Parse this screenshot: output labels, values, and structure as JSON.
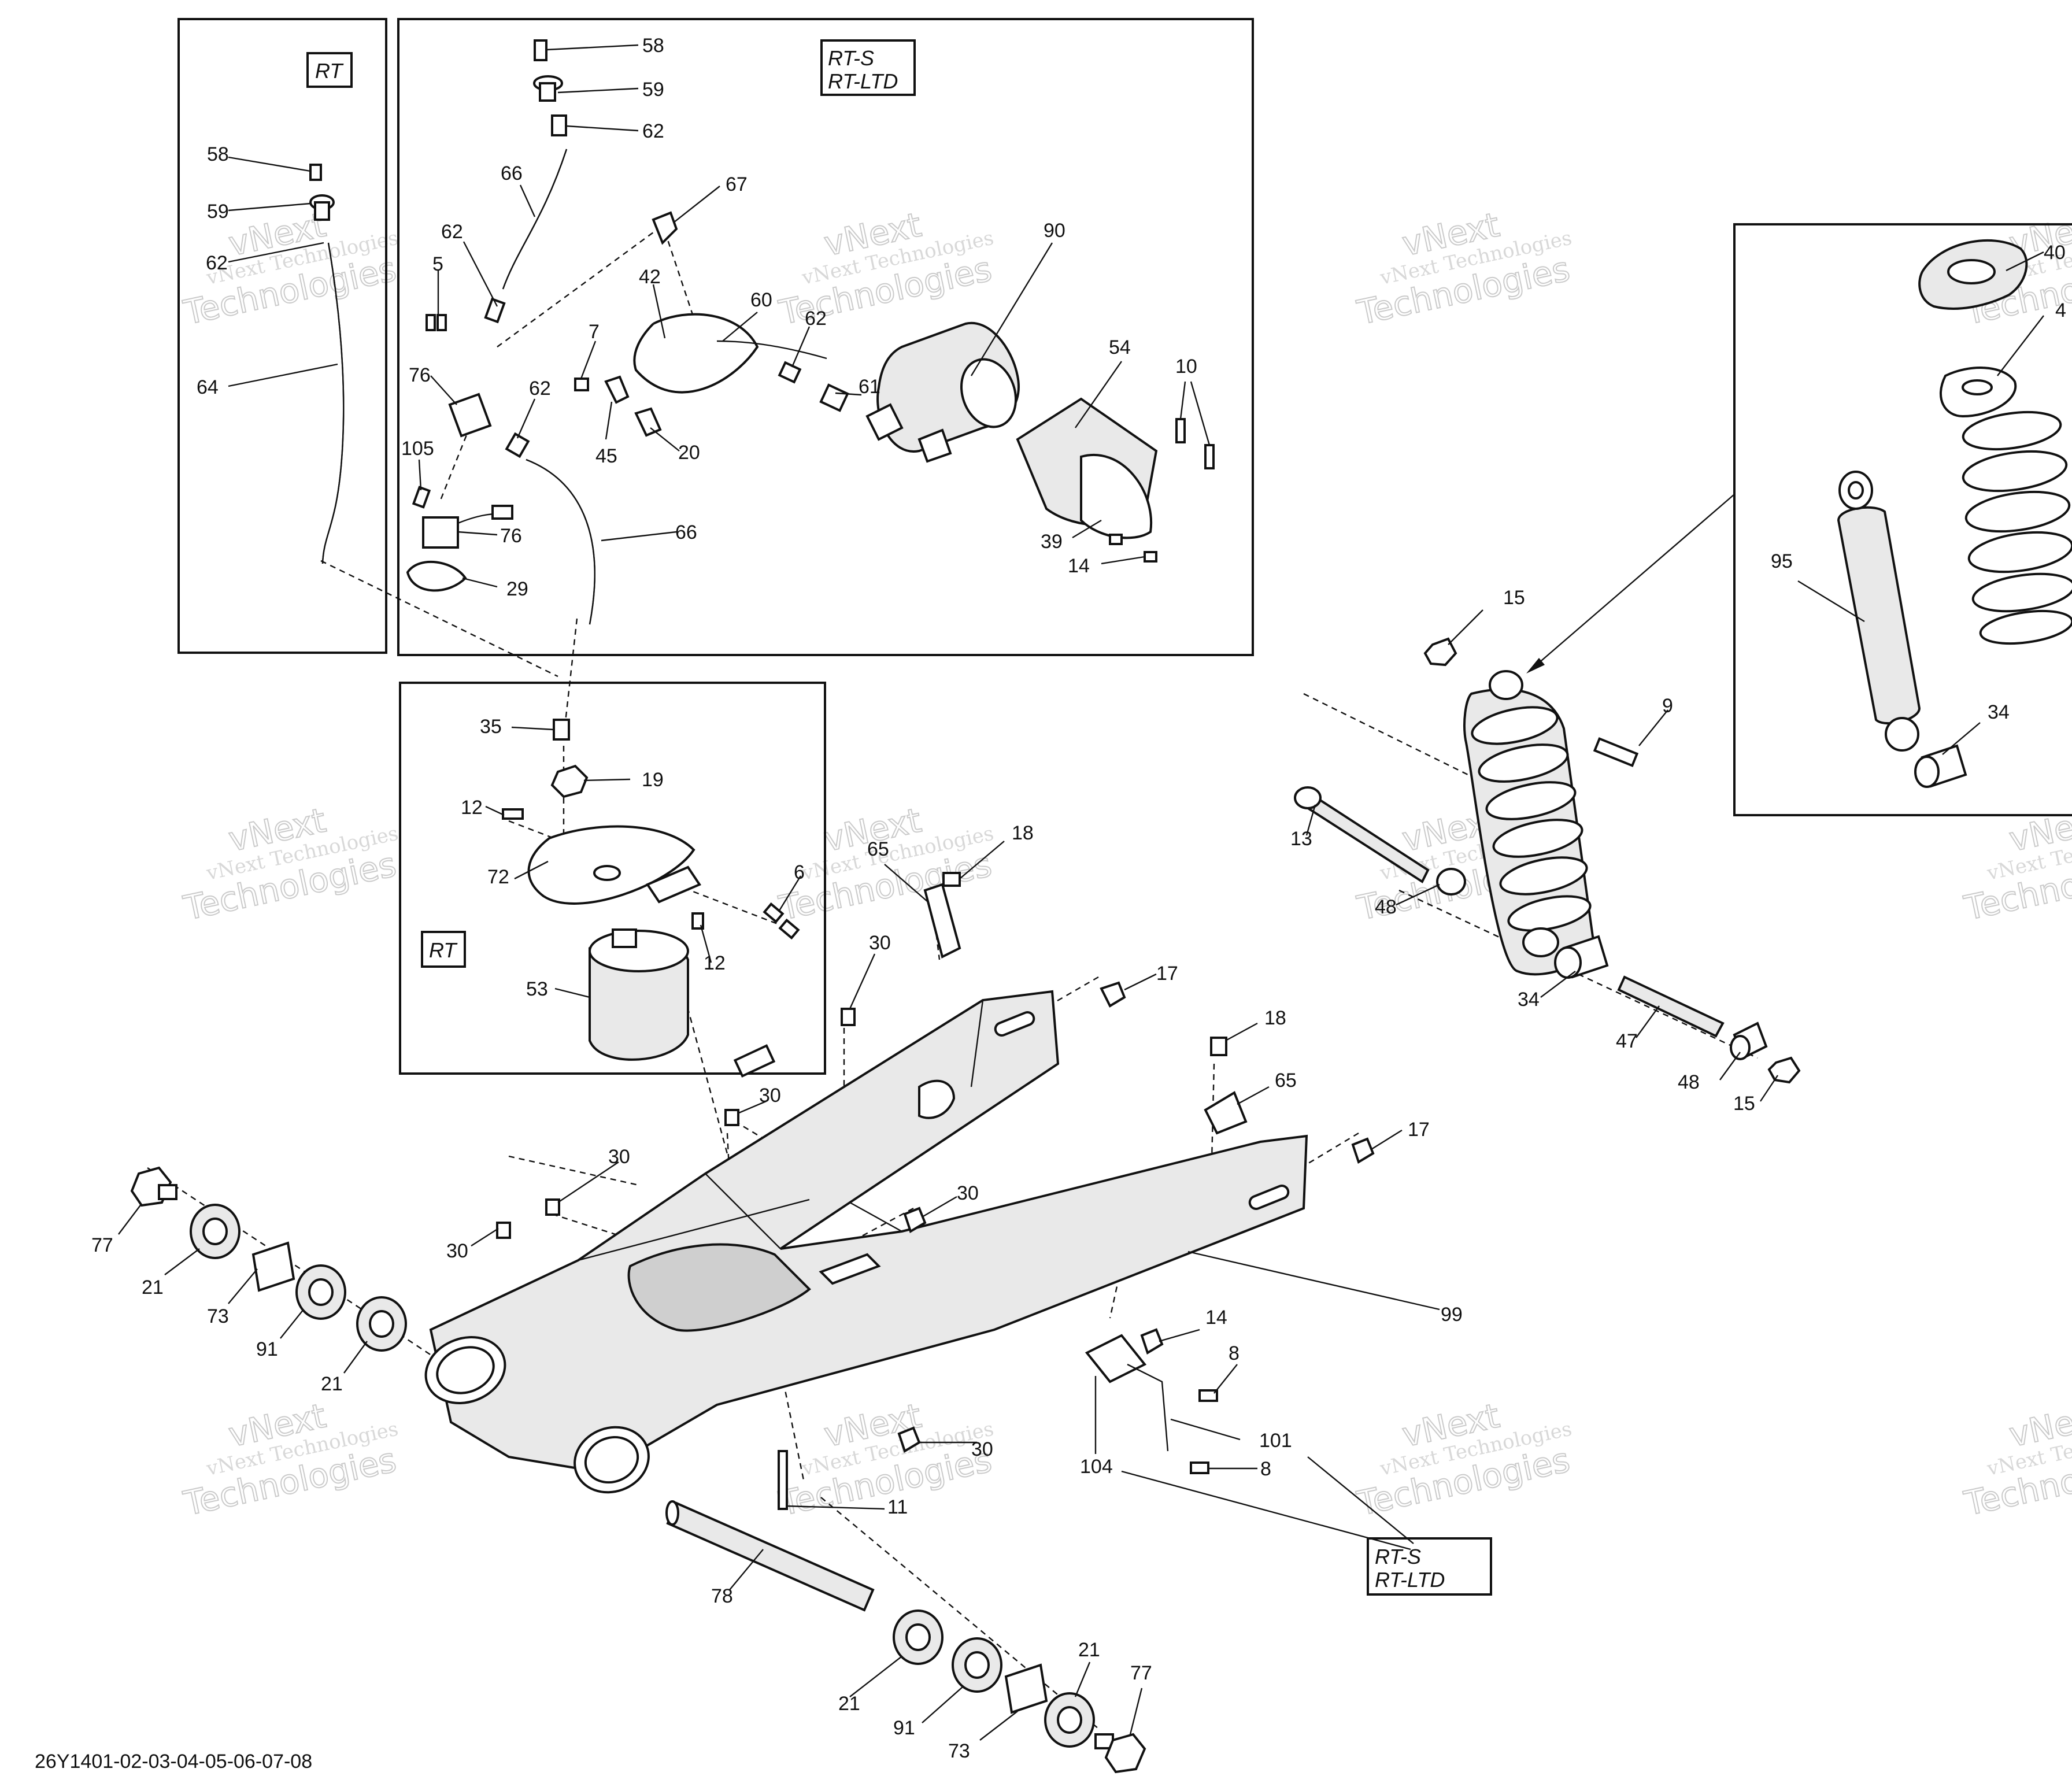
{
  "diagram": {
    "code": "26Y1401-02-03-04-05-06-07-08",
    "watermark": {
      "line1": "vNext Technologies",
      "line2": "Technologies",
      "top": "vNext"
    },
    "boxes": [
      {
        "id": "box-rt-top",
        "label": "RT"
      },
      {
        "id": "box-rts-top",
        "label": "RT-S\nRT-LTD"
      },
      {
        "id": "box-rt-mid",
        "label": "RT"
      },
      {
        "id": "box-rts-bottom",
        "label": "RT-S\nRT-LTD"
      }
    ],
    "callouts": [
      {
        "id": "c-58a",
        "label": "58"
      },
      {
        "id": "c-59a",
        "label": "59"
      },
      {
        "id": "c-62a",
        "label": "62"
      },
      {
        "id": "c-64",
        "label": "64"
      },
      {
        "id": "c-58b",
        "label": "58"
      },
      {
        "id": "c-59b",
        "label": "59"
      },
      {
        "id": "c-62b",
        "label": "62"
      },
      {
        "id": "c-66a",
        "label": "66"
      },
      {
        "id": "c-62c",
        "label": "62"
      },
      {
        "id": "c-5",
        "label": "5"
      },
      {
        "id": "c-67",
        "label": "67"
      },
      {
        "id": "c-90",
        "label": "90"
      },
      {
        "id": "c-42",
        "label": "42"
      },
      {
        "id": "c-60",
        "label": "60"
      },
      {
        "id": "c-62d",
        "label": "62"
      },
      {
        "id": "c-7",
        "label": "7"
      },
      {
        "id": "c-61",
        "label": "61"
      },
      {
        "id": "c-54",
        "label": "54"
      },
      {
        "id": "c-10",
        "label": "10"
      },
      {
        "id": "c-76a",
        "label": "76"
      },
      {
        "id": "c-62e",
        "label": "62"
      },
      {
        "id": "c-45",
        "label": "45"
      },
      {
        "id": "c-20",
        "label": "20"
      },
      {
        "id": "c-105",
        "label": "105"
      },
      {
        "id": "c-76b",
        "label": "76"
      },
      {
        "id": "c-66b",
        "label": "66"
      },
      {
        "id": "c-39",
        "label": "39"
      },
      {
        "id": "c-14a",
        "label": "14"
      },
      {
        "id": "c-29",
        "label": "29"
      },
      {
        "id": "c-35",
        "label": "35"
      },
      {
        "id": "c-19",
        "label": "19"
      },
      {
        "id": "c-12a",
        "label": "12"
      },
      {
        "id": "c-72",
        "label": "72"
      },
      {
        "id": "c-12b",
        "label": "12"
      },
      {
        "id": "c-53",
        "label": "53"
      },
      {
        "id": "c-6",
        "label": "6"
      },
      {
        "id": "c-65a",
        "label": "65"
      },
      {
        "id": "c-18a",
        "label": "18"
      },
      {
        "id": "c-30a",
        "label": "30"
      },
      {
        "id": "c-17a",
        "label": "17"
      },
      {
        "id": "c-18b",
        "label": "18"
      },
      {
        "id": "c-65b",
        "label": "65"
      },
      {
        "id": "c-30b",
        "label": "30"
      },
      {
        "id": "c-17b",
        "label": "17"
      },
      {
        "id": "c-30c",
        "label": "30"
      },
      {
        "id": "c-30d",
        "label": "30"
      },
      {
        "id": "c-30e",
        "label": "30"
      },
      {
        "id": "c-77a",
        "label": "77"
      },
      {
        "id": "c-21a",
        "label": "21"
      },
      {
        "id": "c-73a",
        "label": "73"
      },
      {
        "id": "c-91a",
        "label": "91"
      },
      {
        "id": "c-21b",
        "label": "21"
      },
      {
        "id": "c-99",
        "label": "99"
      },
      {
        "id": "c-14b",
        "label": "14"
      },
      {
        "id": "c-8a",
        "label": "8"
      },
      {
        "id": "c-101",
        "label": "101"
      },
      {
        "id": "c-104",
        "label": "104"
      },
      {
        "id": "c-8b",
        "label": "8"
      },
      {
        "id": "c-30f",
        "label": "30"
      },
      {
        "id": "c-11",
        "label": "11"
      },
      {
        "id": "c-78",
        "label": "78"
      },
      {
        "id": "c-21c",
        "label": "21"
      },
      {
        "id": "c-91b",
        "label": "91"
      },
      {
        "id": "c-73b",
        "label": "73"
      },
      {
        "id": "c-21d",
        "label": "21"
      },
      {
        "id": "c-77b",
        "label": "77"
      },
      {
        "id": "c-15a",
        "label": "15"
      },
      {
        "id": "c-9",
        "label": "9"
      },
      {
        "id": "c-13",
        "label": "13"
      },
      {
        "id": "c-48a",
        "label": "48"
      },
      {
        "id": "c-34a",
        "label": "34"
      },
      {
        "id": "c-47",
        "label": "47"
      },
      {
        "id": "c-48b",
        "label": "48"
      },
      {
        "id": "c-15b",
        "label": "15"
      },
      {
        "id": "c-40",
        "label": "40"
      },
      {
        "id": "c-41",
        "label": "4"
      },
      {
        "id": "c-95",
        "label": "95"
      },
      {
        "id": "c-34b",
        "label": "34"
      }
    ]
  }
}
